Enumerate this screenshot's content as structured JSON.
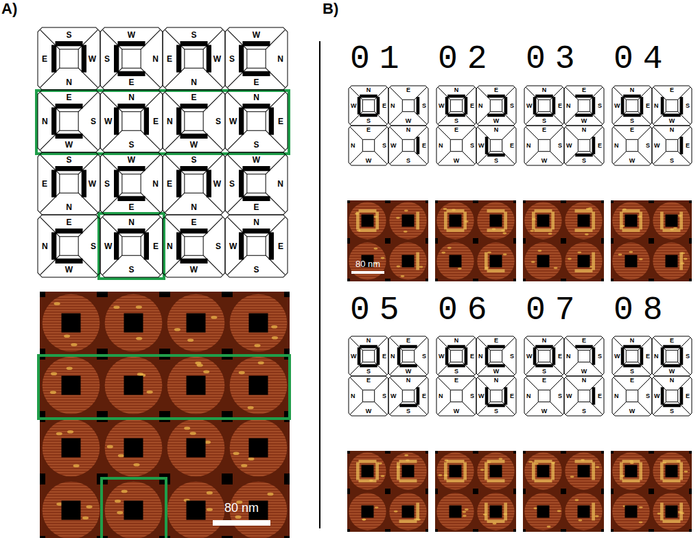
{
  "diagram": {
    "nodes": [
      {
        "text": [
          "S",
          "E",
          "W",
          "N"
        ]
      },
      {
        "text": [
          "W",
          "S",
          "N",
          "E"
        ]
      },
      {
        "text": [
          "S",
          "E",
          "W",
          "N"
        ]
      },
      {
        "text": [
          "W",
          "S",
          "N",
          "E"
        ]
      },
      {
        "text": [
          "E",
          "N",
          "S",
          "W"
        ]
      },
      {
        "text": [
          "N",
          "W",
          "E",
          "S"
        ]
      },
      {
        "text": [
          "E",
          "N",
          "S",
          "W"
        ]
      },
      {
        "text": [
          "N",
          "W",
          "E",
          "S"
        ]
      },
      {
        "text": [
          "S",
          "E",
          "W",
          "N"
        ]
      },
      {
        "text": [
          "W",
          "S",
          "N",
          "E"
        ]
      },
      {
        "text": [
          "S",
          "E",
          "W",
          "N"
        ]
      },
      {
        "text": [
          "W",
          "S",
          "N",
          "E"
        ]
      },
      {
        "text": [
          "E",
          "N",
          "S",
          "W"
        ]
      },
      {
        "text": [
          "N",
          "W",
          "E",
          "S"
        ]
      },
      {
        "text": [
          "E",
          "N",
          "S",
          "W"
        ]
      },
      {
        "text": [
          "N",
          "W",
          "E",
          "S"
        ]
      },
      {
        "text": [
          "N",
          "W",
          "E",
          "S"
        ]
      },
      {
        "text": [
          "E",
          "N",
          "S",
          "W"
        ]
      },
      {
        "text": [
          "E",
          "N",
          "S",
          "W"
        ]
      },
      {
        "text": [
          "N",
          "W",
          "E",
          "S"
        ]
      },
      {
        "text": [
          "N",
          "W",
          "E",
          "S"
        ]
      },
      {
        "text": [
          "E",
          "N",
          "S",
          "W"
        ]
      },
      {
        "text": [
          "E",
          "N",
          "S",
          "W"
        ]
      },
      {
        "text": [
          "N",
          "W",
          "E",
          "S"
        ]
      },
      {
        "text": [
          "N",
          "W",
          "E",
          "S"
        ]
      },
      {
        "text": [
          "E",
          "N",
          "S",
          "W"
        ]
      },
      {
        "text": [
          "E",
          "N",
          "S",
          "W"
        ]
      },
      {
        "text": [
          "N",
          "W",
          "E",
          "S"
        ]
      },
      {
        "text": [
          "N",
          "W",
          "E",
          "S"
        ]
      },
      {
        "text": [
          "E",
          "N",
          "S",
          "W"
        ]
      },
      {
        "text": [
          "E",
          "N",
          "S",
          "W"
        ]
      },
      {
        "text": [
          "N",
          "W",
          "E",
          "S"
        ]
      },
      {
        "text": [
          "N",
          "W",
          "E",
          "S"
        ]
      },
      {
        "text": [
          "E",
          "N",
          "S",
          "W"
        ]
      },
      {
        "text": [
          "E",
          "N",
          "S",
          "W"
        ]
      },
      {
        "text": [
          "N",
          "W",
          "E",
          "S"
        ]
      },
      {
        "text": [
          "N",
          "W",
          "E",
          "S"
        ]
      },
      {
        "text": [
          "E",
          "N",
          "S",
          "W"
        ]
      },
      {
        "text": [
          "E",
          "N",
          "S",
          "W"
        ]
      },
      {
        "text": [
          "N",
          "W",
          "E",
          "S"
        ]
      },
      {
        "text": [
          "N",
          "W",
          "E",
          "S"
        ]
      },
      {
        "text": [
          "E",
          "N",
          "S",
          "W"
        ]
      },
      {
        "text": [
          "E",
          "N",
          "S",
          "W"
        ]
      },
      {
        "text": [
          "N",
          "W",
          "E",
          "S"
        ]
      },
      {
        "text": [
          "N",
          "W",
          "E",
          "S"
        ]
      },
      {
        "text": [
          "E",
          "N",
          "S",
          "W"
        ]
      },
      {
        "text": [
          "E",
          "N",
          "S",
          "W"
        ]
      },
      {
        "text": [
          "N",
          "W",
          "E",
          "S"
        ]
      }
    ],
    "labels": [
      "A)",
      "80 nm",
      "B)",
      "01",
      "02",
      "03",
      "04",
      "80 nm",
      "05",
      "06",
      "07",
      "08"
    ]
  }
}
